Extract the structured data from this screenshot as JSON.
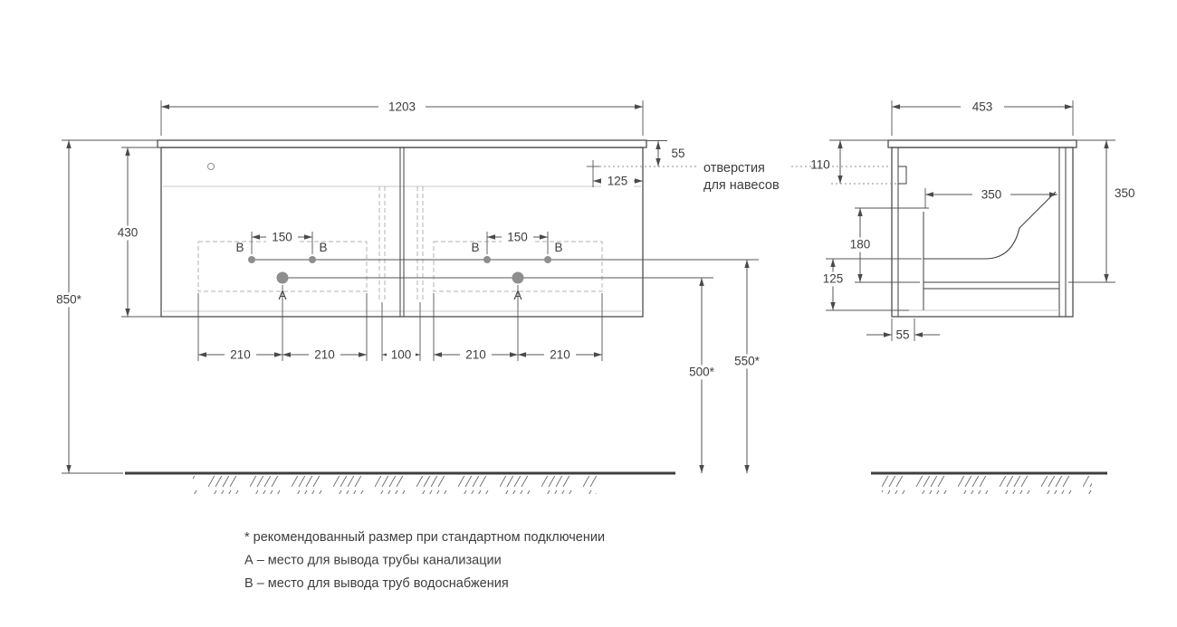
{
  "front_view": {
    "width": "1203",
    "height_to_floor": "850*",
    "cabinet_height": "430",
    "hanger_top_offset": "55",
    "hanger_side_offset": "125",
    "hanger_note_line1": "отверстия",
    "hanger_note_line2": "для навесов",
    "siphon_spacing_left": "150",
    "siphon_spacing_right": "150",
    "bottom_dims": [
      "210",
      "210",
      "100",
      "210",
      "210"
    ],
    "drain_height": "500*",
    "supply_height": "550*",
    "point_a_label": "А",
    "point_b_label": "B"
  },
  "side_view": {
    "depth": "453",
    "hanger_offset": "110",
    "inner_depth": "350",
    "inner_height": "350",
    "drawer_height": "180",
    "bottom_clearance": "125",
    "front_offset": "55"
  },
  "legend": {
    "note_star": "* рекомендованный размер при стандартном подключении",
    "note_a": "А – место для вывода трубы канализации",
    "note_b": "B – место для вывода труб водоснабжения"
  }
}
